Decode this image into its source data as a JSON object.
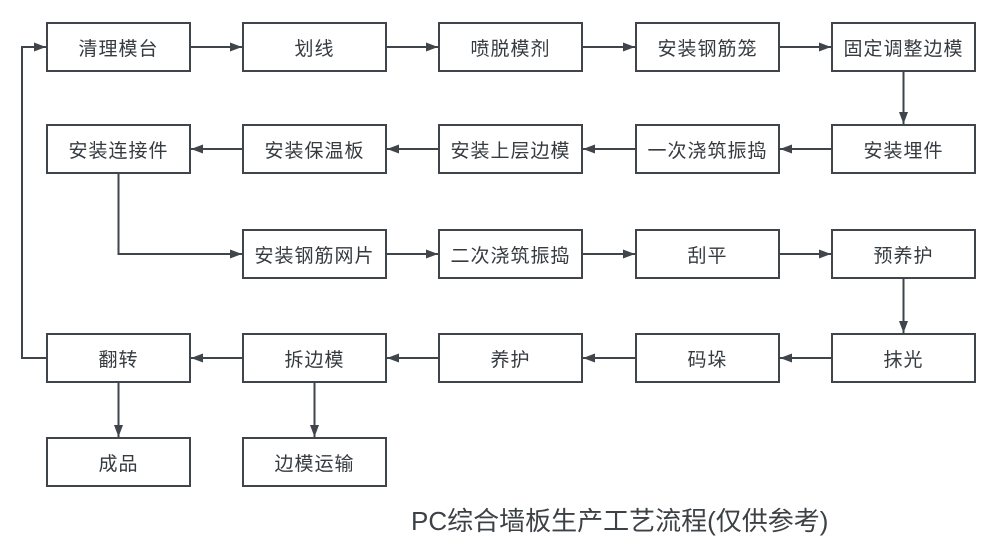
{
  "diagram": {
    "caption": "PC综合墙板生产工艺流程(仅供参考)",
    "colors": {
      "line": "#3f454b",
      "box_border": "#3f454b",
      "text": "#363b40",
      "background": "#ffffff"
    },
    "nodes": [
      {
        "id": "clean-mold-table",
        "label": "清理模台"
      },
      {
        "id": "marking",
        "label": "划线"
      },
      {
        "id": "spray-release-agent",
        "label": "喷脱模剂"
      },
      {
        "id": "install-rebar-cage",
        "label": "安装钢筋笼"
      },
      {
        "id": "fix-adjust-side-mold",
        "label": "固定调整边模"
      },
      {
        "id": "install-embedded-parts",
        "label": "安装埋件"
      },
      {
        "id": "first-pour-vibrate",
        "label": "一次浇筑振捣"
      },
      {
        "id": "install-upper-side-mold",
        "label": "安装上层边模"
      },
      {
        "id": "install-insulation-board",
        "label": "安装保温板"
      },
      {
        "id": "install-connectors",
        "label": "安装连接件"
      },
      {
        "id": "install-rebar-mesh",
        "label": "安装钢筋网片"
      },
      {
        "id": "second-pour-vibrate",
        "label": "二次浇筑振捣"
      },
      {
        "id": "screed-level",
        "label": "刮平"
      },
      {
        "id": "pre-curing",
        "label": "预养护"
      },
      {
        "id": "trowel-finish",
        "label": "抹光"
      },
      {
        "id": "stacking",
        "label": "码垛"
      },
      {
        "id": "curing",
        "label": "养护"
      },
      {
        "id": "remove-side-mold",
        "label": "拆边模"
      },
      {
        "id": "flip",
        "label": "翻转"
      },
      {
        "id": "finished-product",
        "label": "成品"
      },
      {
        "id": "side-mold-transport",
        "label": "边模运输"
      }
    ],
    "edges": [
      {
        "from": "clean-mold-table",
        "to": "marking"
      },
      {
        "from": "marking",
        "to": "spray-release-agent"
      },
      {
        "from": "spray-release-agent",
        "to": "install-rebar-cage"
      },
      {
        "from": "install-rebar-cage",
        "to": "fix-adjust-side-mold"
      },
      {
        "from": "fix-adjust-side-mold",
        "to": "install-embedded-parts"
      },
      {
        "from": "install-embedded-parts",
        "to": "first-pour-vibrate"
      },
      {
        "from": "first-pour-vibrate",
        "to": "install-upper-side-mold"
      },
      {
        "from": "install-upper-side-mold",
        "to": "install-insulation-board"
      },
      {
        "from": "install-insulation-board",
        "to": "install-connectors"
      },
      {
        "from": "install-connectors",
        "to": "install-rebar-mesh"
      },
      {
        "from": "install-rebar-mesh",
        "to": "second-pour-vibrate"
      },
      {
        "from": "second-pour-vibrate",
        "to": "screed-level"
      },
      {
        "from": "screed-level",
        "to": "pre-curing"
      },
      {
        "from": "pre-curing",
        "to": "trowel-finish"
      },
      {
        "from": "trowel-finish",
        "to": "stacking"
      },
      {
        "from": "stacking",
        "to": "curing"
      },
      {
        "from": "curing",
        "to": "remove-side-mold"
      },
      {
        "from": "remove-side-mold",
        "to": "flip"
      },
      {
        "from": "flip",
        "to": "finished-product"
      },
      {
        "from": "remove-side-mold",
        "to": "side-mold-transport"
      },
      {
        "from": "flip",
        "to": "clean-mold-table"
      }
    ]
  }
}
